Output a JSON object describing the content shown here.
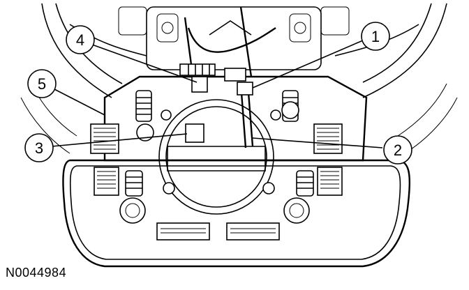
{
  "figure": {
    "id_label": "N0044984",
    "callouts": [
      "1",
      "2",
      "3",
      "4",
      "5"
    ]
  }
}
